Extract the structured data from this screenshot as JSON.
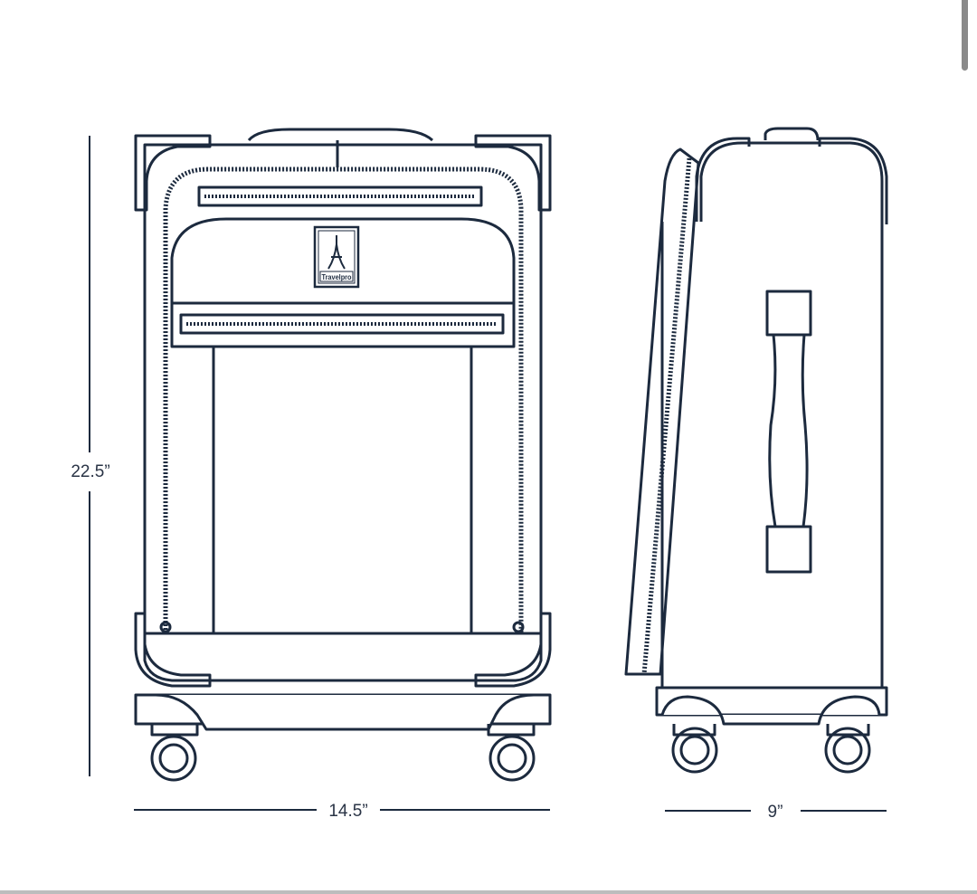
{
  "dimensions": {
    "height": "22.5”",
    "width": "14.5”",
    "depth": "9”"
  },
  "logo": {
    "text": "Travelpro"
  },
  "colors": {
    "line": "#1c2a3e",
    "background": "#ffffff"
  }
}
